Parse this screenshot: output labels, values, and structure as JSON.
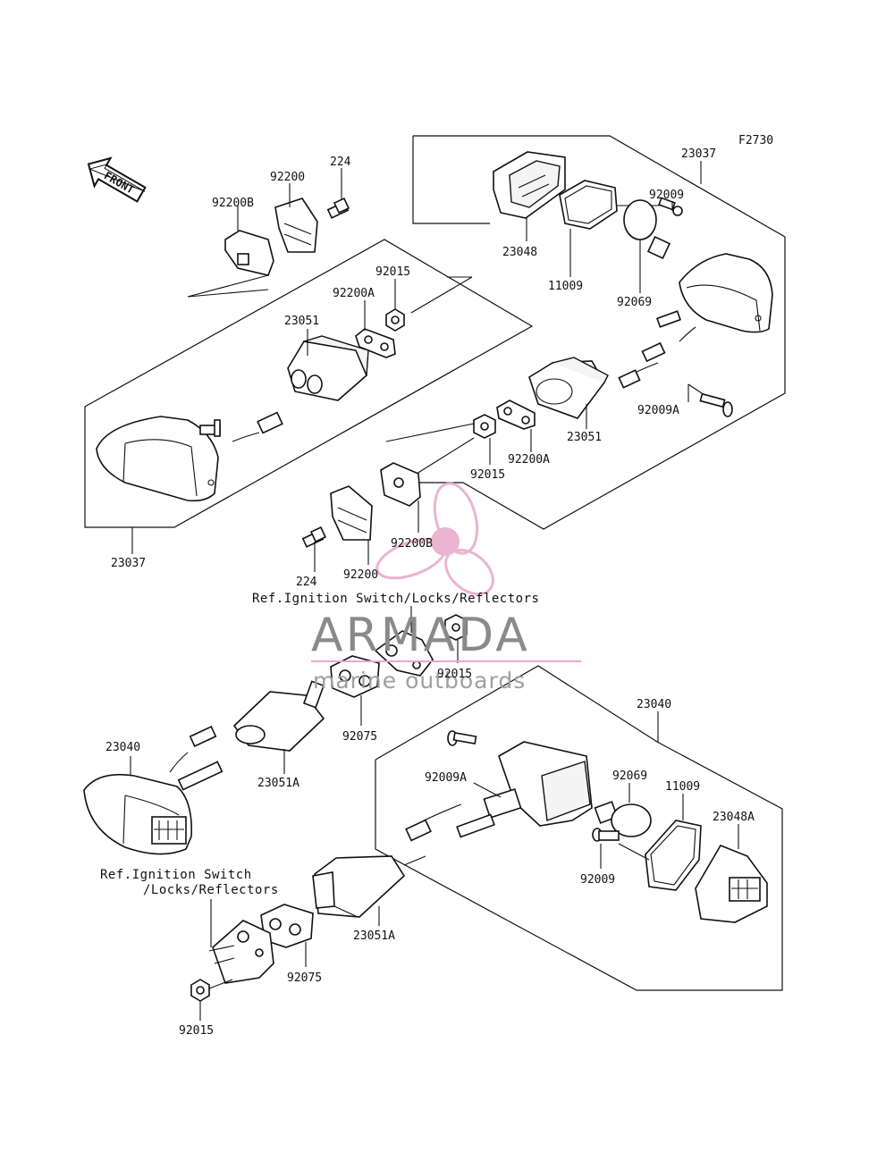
{
  "diagram": {
    "figure_code": "F2730",
    "direction_indicator": "FRONT",
    "labels": {
      "p23037_top": "23037",
      "p92009_top": "92009",
      "p23048": "23048",
      "p11009_top": "11009",
      "p92069_top": "92069",
      "p92009A_top": "92009A",
      "p23051_right": "23051",
      "p92200A_right": "92200A",
      "p92015_right": "92015",
      "p92200B_right": "92200B",
      "p224_top": "224",
      "p92200_top": "92200",
      "p92200B_top": "92200B",
      "p92015_top": "92015",
      "p92200A_top": "92200A",
      "p23051_left": "23051",
      "p23037_left": "23037",
      "p224_bottom": "224",
      "p92200_bottom": "92200",
      "p92015_mid": "92015",
      "p92075_mid": "92075",
      "p23051A_mid": "23051A",
      "p23040_left": "23040",
      "p23040_right": "23040",
      "p92009A_bottom": "92009A",
      "p92069_bottom": "92069",
      "p11009_bottom": "11009",
      "p23048A": "23048A",
      "p92009_bottom": "92009",
      "p23051A_bottom": "23051A",
      "p92075_bottom": "92075",
      "p92015_bottom": "92015"
    },
    "references": {
      "ref_upper": "Ref.Ignition Switch/Locks/Reflectors",
      "ref_lower_line1": "Ref.Ignition Switch",
      "ref_lower_line2": "/Locks/Reflectors"
    }
  },
  "watermark": {
    "brand": "ARMADA",
    "tagline": "marine outboards",
    "logo_color": "#e8a8c8",
    "text_color": "#8a8a8a"
  }
}
